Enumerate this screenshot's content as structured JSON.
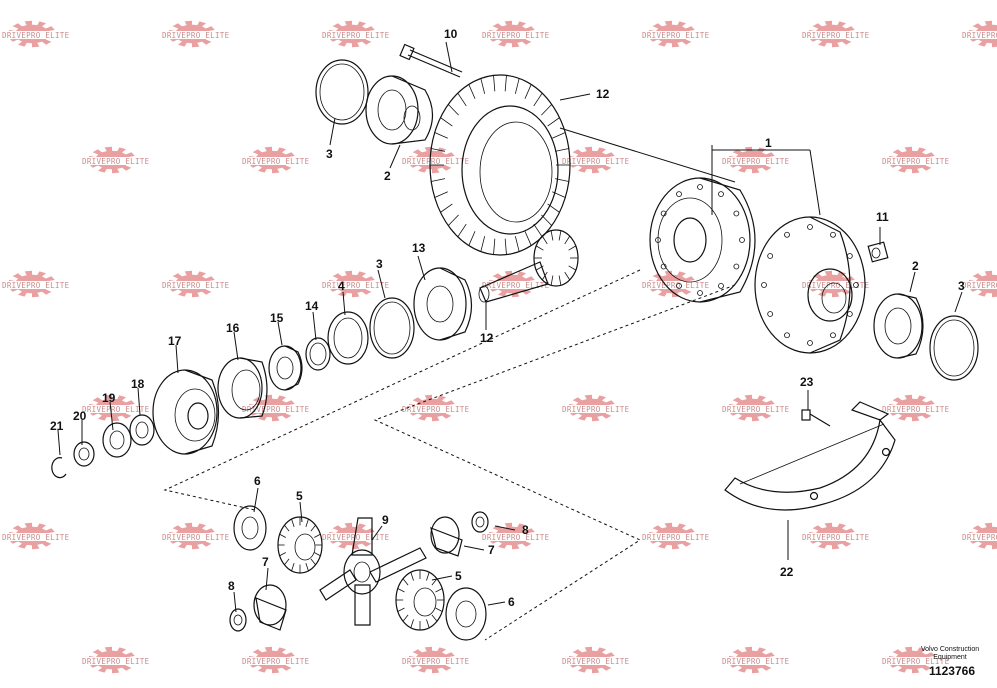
{
  "watermark": {
    "text": "DRIVEPRO ELITE",
    "color": "#e58f8f"
  },
  "diagram": {
    "brand_line1": "Volvo Construction",
    "brand_line2": "Equipment",
    "figure_id": "1123766",
    "callouts": [
      "1",
      "2",
      "2",
      "3",
      "3",
      "3",
      "4",
      "5",
      "5",
      "6",
      "6",
      "7",
      "7",
      "8",
      "8",
      "9",
      "10",
      "11",
      "12",
      "12",
      "13",
      "14",
      "15",
      "16",
      "17",
      "18",
      "19",
      "20",
      "21",
      "22",
      "23"
    ]
  }
}
